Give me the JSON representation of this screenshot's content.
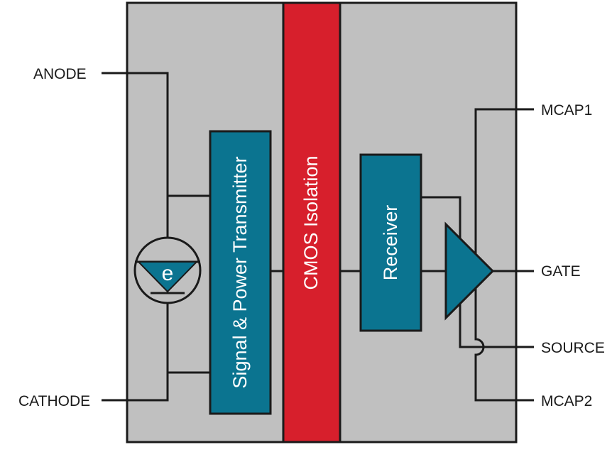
{
  "pins": {
    "anode": "ANODE",
    "cathode": "CATHODE",
    "mcap1": "MCAP1",
    "gate": "GATE",
    "source": "SOURCE",
    "mcap2": "MCAP2"
  },
  "blocks": {
    "transmitter": "Signal & Power Transmitter",
    "isolation": "CMOS Isolation",
    "receiver": "Receiver"
  },
  "emulator_symbol": "e",
  "colors": {
    "body": "#c0c0c0",
    "isolation": "#d71f2c",
    "block": "#0b7490",
    "wire": "#1a1a1a"
  }
}
